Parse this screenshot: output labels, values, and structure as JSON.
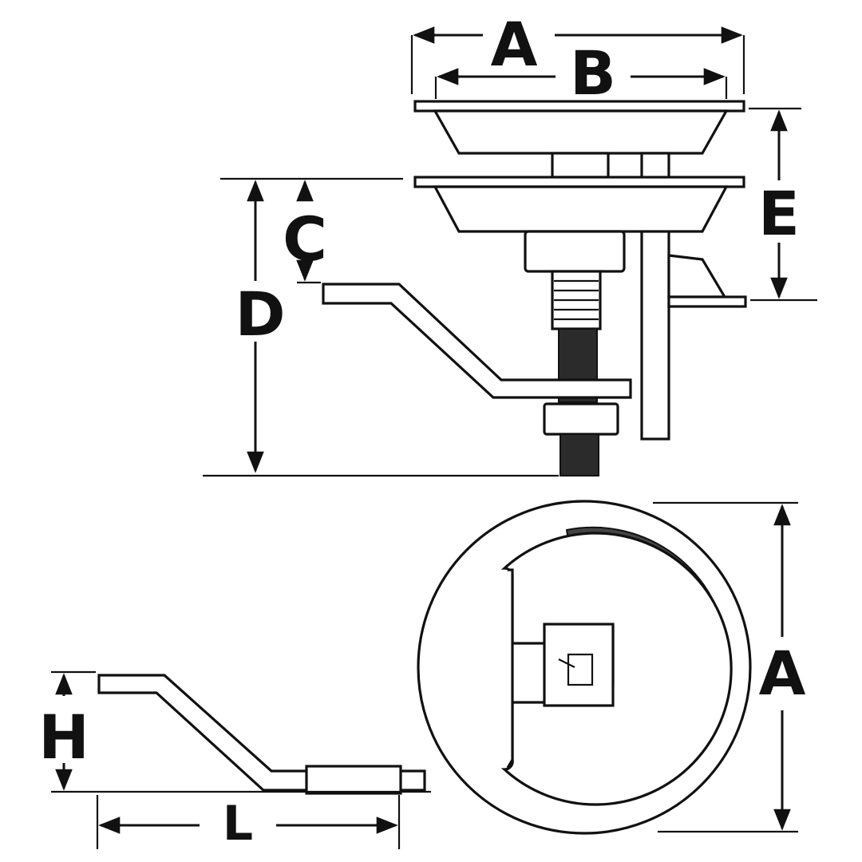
{
  "labels": {
    "A_top": "A",
    "B": "B",
    "C": "C",
    "D": "D",
    "E": "E",
    "A_side": "A",
    "H": "H",
    "L": "L"
  },
  "colors": {
    "ink": "#111111",
    "background": "#ffffff"
  }
}
